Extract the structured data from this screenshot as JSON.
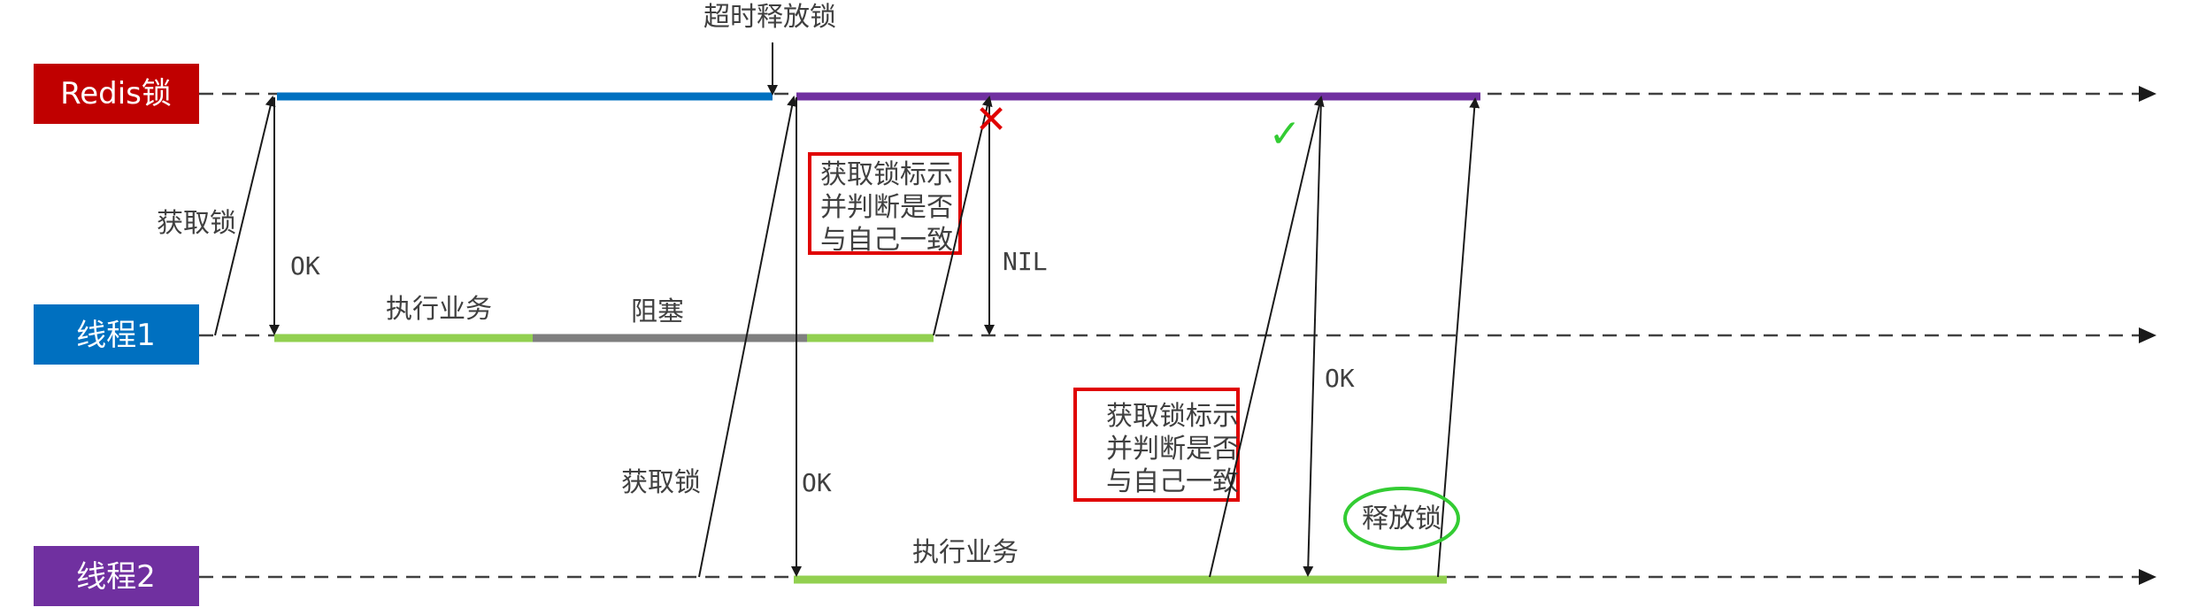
{
  "lanes": {
    "redis": {
      "label": "Redis锁",
      "color": "#c00000"
    },
    "thread1": {
      "label": "线程1",
      "color": "#0070c0"
    },
    "thread2": {
      "label": "线程2",
      "color": "#7030a0"
    }
  },
  "annotations": {
    "timeout_release": "超时释放锁",
    "t1_acquire": "获取锁",
    "t1_ok": "OK",
    "t1_execute": "执行业务",
    "t1_blocked": "阻塞",
    "t1_check": [
      "获取锁标示",
      "并判断是否",
      "与自己一致"
    ],
    "t1_nil": "NIL",
    "t2_acquire": "获取锁",
    "t2_ok": "OK",
    "t2_execute": "执行业务",
    "t2_check": [
      "获取锁标示",
      "并判断是否",
      "与自己一致"
    ],
    "t2_ok2": "OK",
    "t2_release": "释放锁"
  },
  "colors": {
    "lock_hold_t1": "#0070c0",
    "lock_hold_t2": "#7030a0",
    "business": "#92d050",
    "blocked": "#7f7f7f",
    "check_box": "#e00000",
    "mismatch": "#e00000",
    "match": "#33cc33",
    "arrow": "#1a1a1a",
    "timeline": "#404040"
  },
  "marks": {
    "mismatch": "✕",
    "match": "✓"
  }
}
